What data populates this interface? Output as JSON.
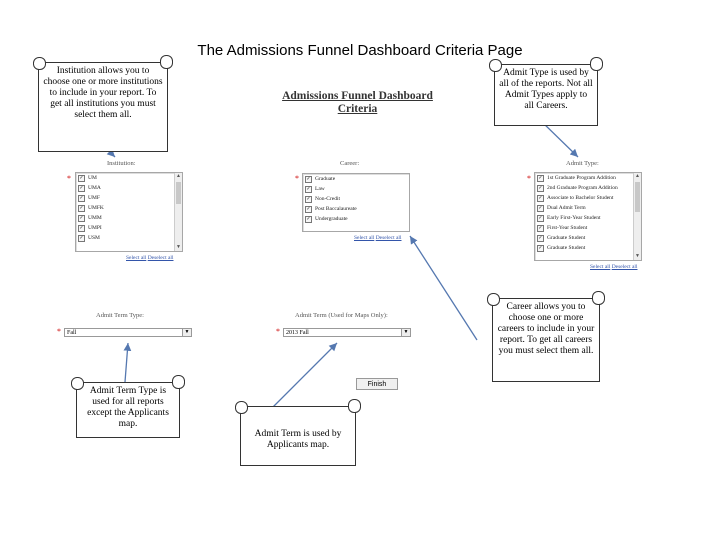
{
  "slide_title": "The Admissions Funnel Dashboard Criteria Page",
  "dashboard": {
    "title_line1": "Admissions Funnel Dashboard",
    "title_line2": "Criteria"
  },
  "institution": {
    "label": "Institution:",
    "options": [
      "UM",
      "UMA",
      "UMF",
      "UMFK",
      "UMM",
      "UMPI",
      "USM"
    ],
    "select_all": "Select all",
    "deselect_all": "Deselect all"
  },
  "career": {
    "label": "Career:",
    "options": [
      "Graduate",
      "Law",
      "Non-Credit",
      "Post Baccalaureate",
      "Undergraduate"
    ],
    "select_all": "Select all",
    "deselect_all": "Deselect all"
  },
  "admit_type": {
    "label": "Admit Type:",
    "options": [
      "1st Graduate Program Addition",
      "2nd Graduate Program Addition",
      "Associate to Bachelor Student",
      "Dual Admit Term",
      "Early First-Year Student",
      "First-Year Student",
      "Graduate Student",
      "Graduate Student"
    ],
    "select_all": "Select all",
    "deselect_all": "Deselect all"
  },
  "admit_term_type": {
    "label": "Admit Term Type:",
    "value": "Fall"
  },
  "admit_term": {
    "label": "Admit Term (Used for Maps Only):",
    "value": "2013 Fall"
  },
  "finish_button": "Finish",
  "callouts": {
    "institution": "Institution allows you to choose one or more institutions to include in your report. To get all institutions you must select them all.",
    "admit_type": "Admit Type is used by all of the reports. Not all Admit Types apply to all Careers.",
    "career": "Career allows you to choose one or more careers to include in your report. To get all careers you must select them all.",
    "admit_term_type": "Admit Term Type is used for all reports except the Applicants map.",
    "admit_term": "Admit Term is used by Applicants map."
  }
}
